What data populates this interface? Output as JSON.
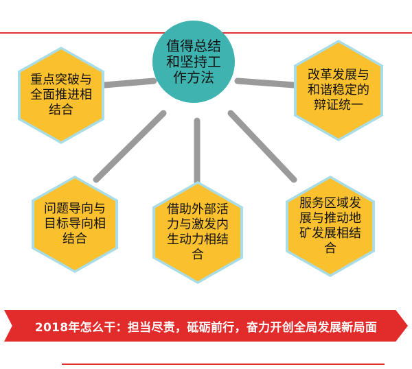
{
  "center": {
    "text": "值得总结和坚持工作方法"
  },
  "methods": [
    {
      "text": "重点突破与全面推进相结合"
    },
    {
      "text": "改革发展与和谐稳定的辩证统一"
    },
    {
      "text": "问题导向与目标导向相结合"
    },
    {
      "text": "借助外部活力与激发内生动力相结合"
    },
    {
      "text": "服务区域发展与推动地矿发展相结合"
    }
  ],
  "banner": {
    "text": "2018年怎么干：担当尽责，砥砺前行，奋力开创全局发展新局面"
  },
  "colors": {
    "hex_fill": "#fbc02d",
    "hex_border": "#a8dce6",
    "center_fill": "#3fb3b0",
    "banner_fill": "#e22b2b",
    "rule": "#e03030",
    "connector": "#9a9a9a"
  }
}
